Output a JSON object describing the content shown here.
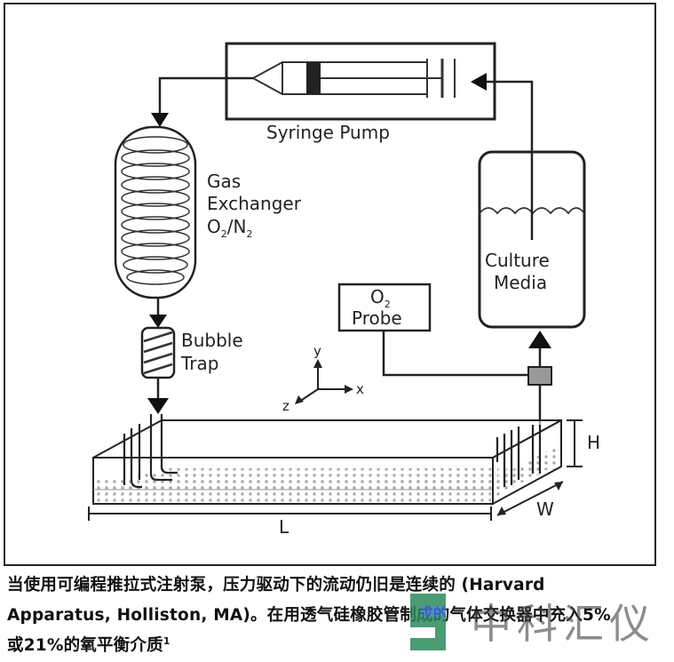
{
  "diagram": {
    "labels": {
      "syringe_pump": "Syringe Pump",
      "gas_line1": "Gas",
      "gas_line2": "Exchanger",
      "gas_line3_main": "O",
      "gas_line3_sub1": "2",
      "gas_line3_slash": "/N",
      "gas_line3_sub2": "2",
      "bubble_line1": "Bubble",
      "bubble_line2": "Trap",
      "culture_line1": "Culture",
      "culture_line2": "Media",
      "probe_main": "O",
      "probe_sub": "2",
      "probe_line2": "Probe",
      "axis_x": "x",
      "axis_y": "y",
      "axis_z": "z",
      "dim_h": "H",
      "dim_w": "W",
      "dim_l": "L"
    }
  },
  "caption": {
    "line1": "当使用可编程推拉式注射泵，压力驱动下的流动仍旧是连续的 (Harvard",
    "line2": "Apparatus, Holliston, MA)。在用透气硅橡胶管制成的气体交换器中充入5%",
    "line3": "或21%的氧平衡介质",
    "footnote": "1"
  },
  "watermark": {
    "text": "中科汇仪"
  }
}
